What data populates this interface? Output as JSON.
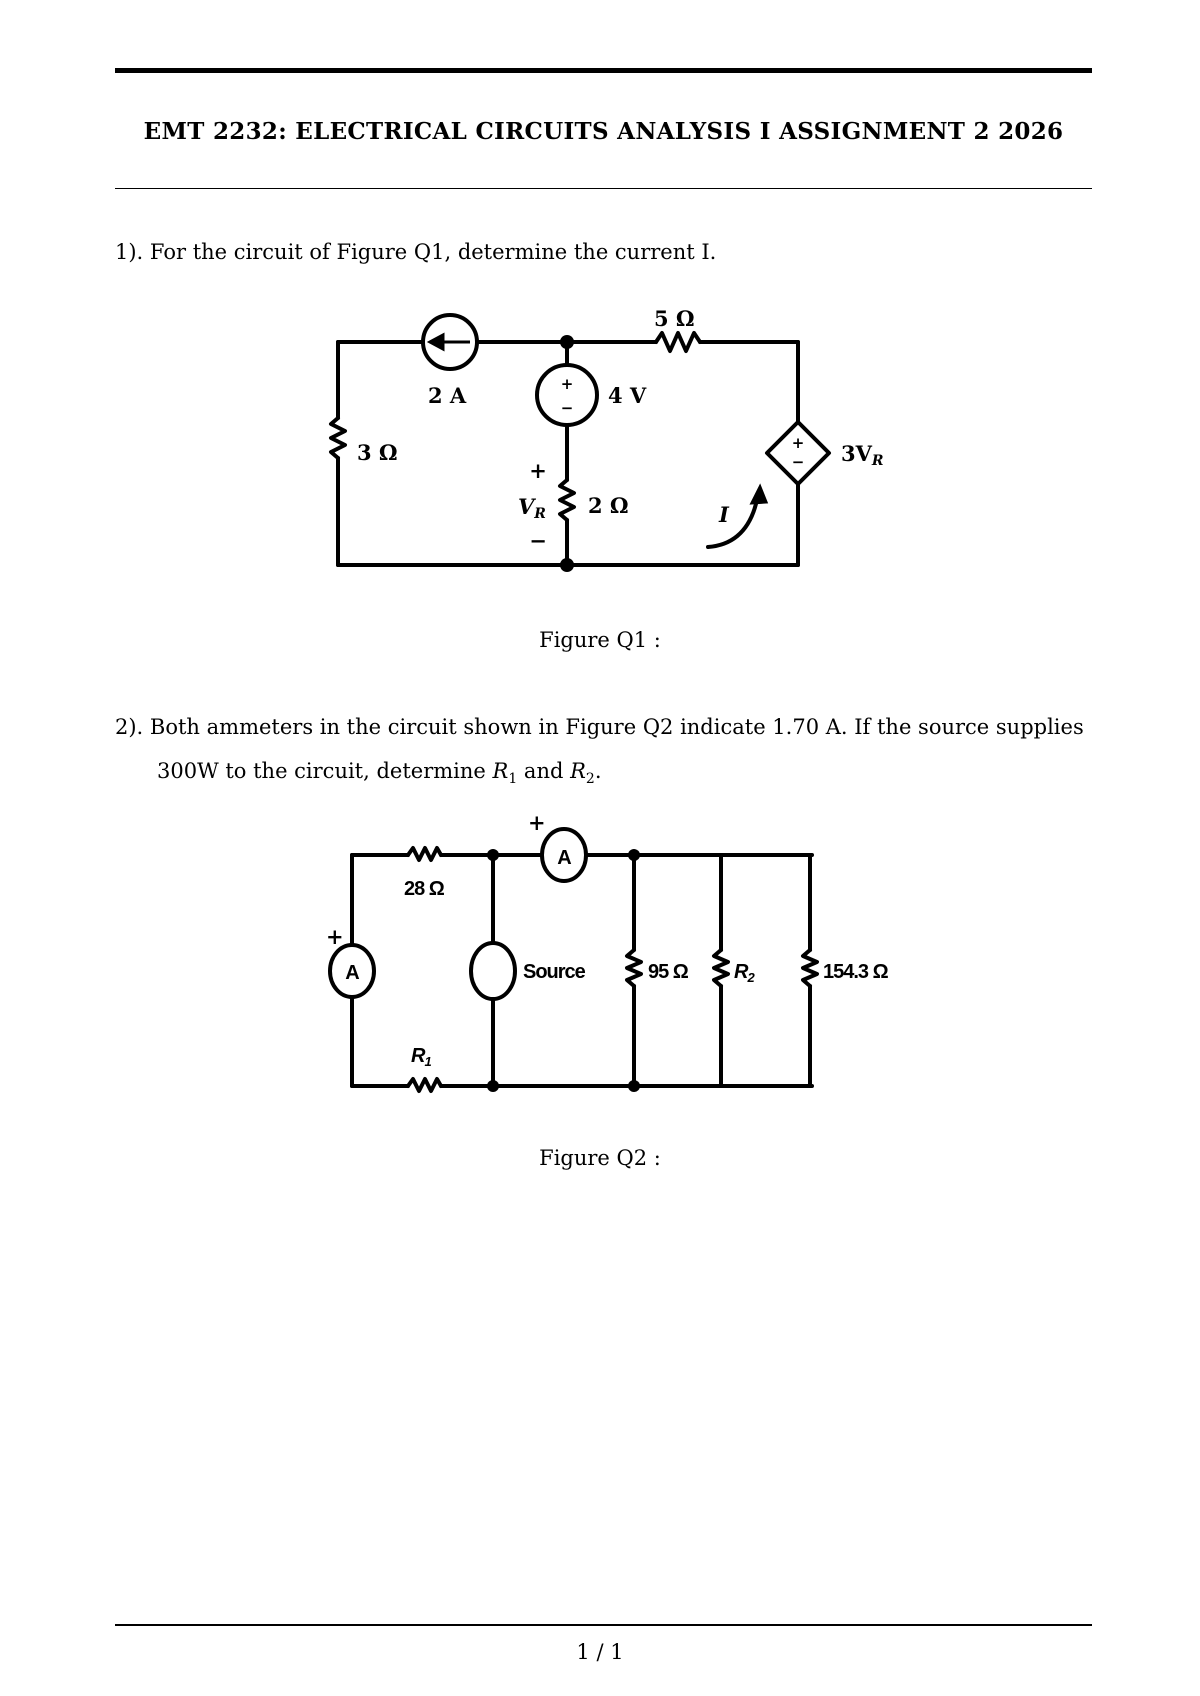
{
  "header": {
    "title": "EMT 2232: ELECTRICAL CIRCUITS ANALYSIS I ASSIGNMENT 2 2026"
  },
  "questions": [
    {
      "number": "1).",
      "text": "For the circuit of Figure Q1, determine the current I."
    },
    {
      "number": "2).",
      "line1": "Both ammeters in the circuit shown in Figure Q2 indicate 1.70 A. If the source supplies",
      "line2_prefix": "300W to the circuit, determine ",
      "r1": "R",
      "r1_sub": "1",
      "and": " and ",
      "r2": "R",
      "r2_sub": "2",
      "end": "."
    }
  ],
  "figure_q1": {
    "caption": "Figure Q1 :",
    "labels": {
      "current_source": "2 A",
      "voltage_source": "4 V",
      "resistor_left": "3 Ω",
      "resistor_top": "5 Ω",
      "resistor_mid": "2 Ω",
      "dependent_source": "3V",
      "dependent_sub": "R",
      "vr": "V",
      "vr_sub": "R",
      "current": "I",
      "plus": "+",
      "minus": "−"
    }
  },
  "figure_q2": {
    "caption": "Figure Q2 :",
    "labels": {
      "ammeter": "A",
      "resistor_top": "28 Ω",
      "resistor_bottom": "R",
      "resistor_bottom_sub": "1",
      "source": "Source",
      "resistor_95": "95 Ω",
      "resistor_r": "R",
      "resistor_r_sub": "2",
      "resistor_154": "154.3 Ω",
      "plus": "+"
    }
  },
  "footer": {
    "page": "1 / 1"
  }
}
